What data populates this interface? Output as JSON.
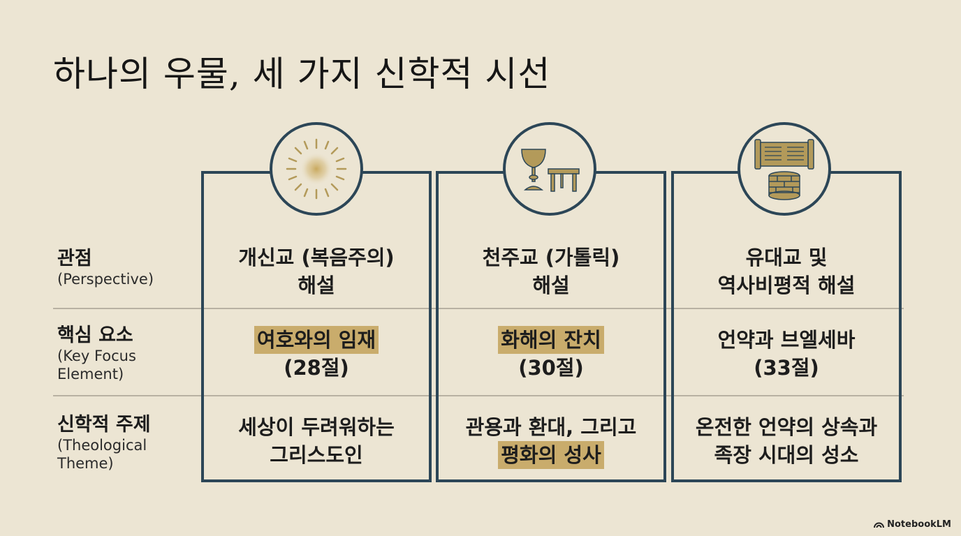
{
  "title": "하나의 우물, 세 가지 신학적 시선",
  "rows": [
    {
      "label_ko": "관점",
      "label_en": "(Perspective)"
    },
    {
      "label_ko": "핵심 요소",
      "label_en": "(Key Focus Element)"
    },
    {
      "label_ko": "신학적 주제",
      "label_en": "(Theological Theme)"
    }
  ],
  "columns": [
    {
      "icon": "sun-glow-icon",
      "perspective": [
        "개신교 (복음주의)",
        "해설"
      ],
      "key_focus": [
        "여호와의 임재",
        "(28절)"
      ],
      "key_focus_highlight": true,
      "theme": [
        "세상이 두려워하는",
        "그리스도인"
      ],
      "theme_highlight_line": -1
    },
    {
      "icon": "chalice-table-icon",
      "perspective": [
        "천주교 (가톨릭)",
        "해설"
      ],
      "key_focus": [
        "화해의 잔치",
        "(30절)"
      ],
      "key_focus_highlight": true,
      "theme": [
        "관용과 환대, 그리고",
        "평화의 성사"
      ],
      "theme_highlight_line": 1
    },
    {
      "icon": "scroll-well-icon",
      "perspective": [
        "유대교 및",
        "역사비평적 해설"
      ],
      "key_focus": [
        "언약과 브엘세바",
        "(33절)"
      ],
      "key_focus_highlight": false,
      "theme": [
        "온전한 언약의 상속과",
        "족장 시대의 성소"
      ],
      "theme_highlight_line": -1
    }
  ],
  "brand": "NotebookLM",
  "colors": {
    "background": "#ece5d3",
    "frame": "#2c4657",
    "highlight": "#c9ac6c",
    "icon_gold": "#b39a5a"
  }
}
